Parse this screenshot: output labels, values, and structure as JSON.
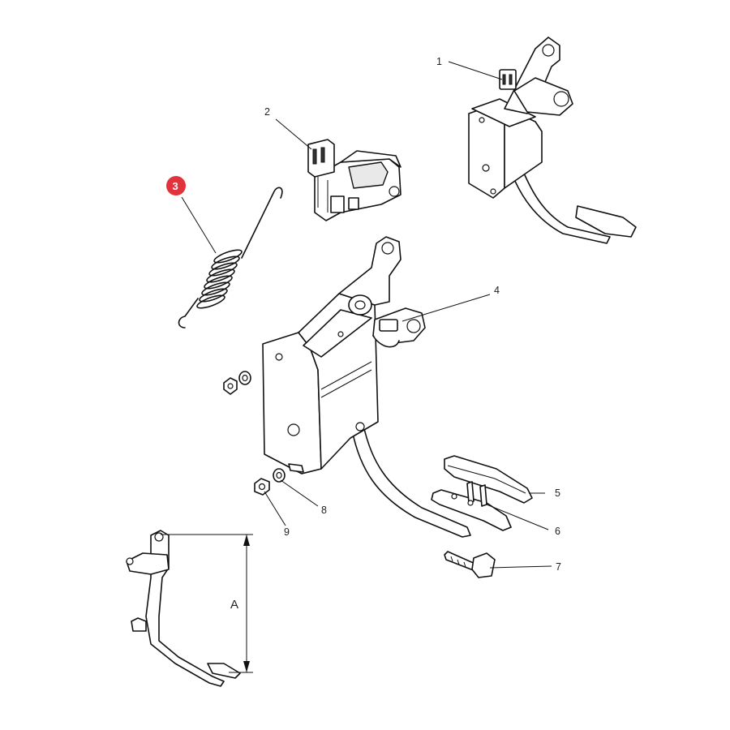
{
  "callouts": {
    "c1": "1",
    "c2": "2",
    "c3": "3",
    "c4": "4",
    "c5": "5",
    "c6": "6",
    "c7": "7",
    "c8": "8",
    "c9": "9"
  },
  "dimension": {
    "label": "A"
  },
  "colors": {
    "highlight": "#e2323b",
    "line": "#111111",
    "background": "#ffffff"
  }
}
